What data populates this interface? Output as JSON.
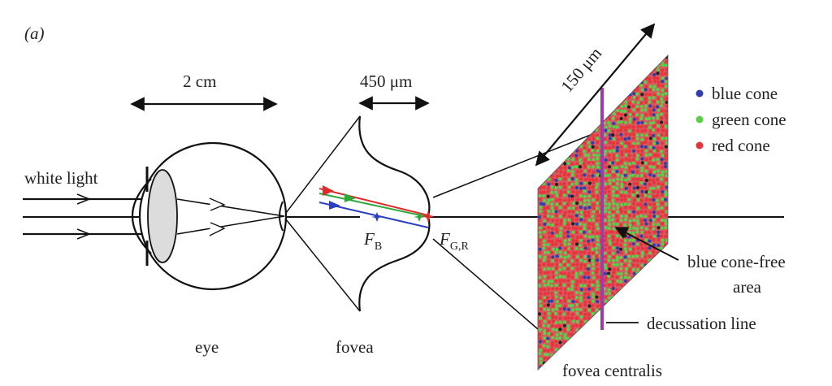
{
  "panel_label": "(a)",
  "labels": {
    "white_light": "white light",
    "eye": "eye",
    "fovea": "fovea",
    "fovea_centralis": "fovea centralis",
    "blue_cone_free_line1": "blue cone-free",
    "blue_cone_free_line2": "area",
    "decussation_line": "decussation line",
    "focus_blue_main": "F",
    "focus_blue_sub": "B",
    "focus_gr_main": "F",
    "focus_gr_sub": "G,R"
  },
  "dimensions": {
    "eye_width": "2 cm",
    "fovea_width": "450 μm",
    "mosaic_width": "150 μm"
  },
  "legend": [
    {
      "label": "blue cone",
      "color": "#2f3fb0"
    },
    {
      "label": "green cone",
      "color": "#5ccf4a"
    },
    {
      "label": "red cone",
      "color": "#e8333a"
    }
  ],
  "colors": {
    "ray_red": "#e02b2b",
    "ray_green": "#2fa83a",
    "ray_blue": "#2b3fc0",
    "decussation": "#a03aa8",
    "lens_fill": "#dcdcdc"
  }
}
